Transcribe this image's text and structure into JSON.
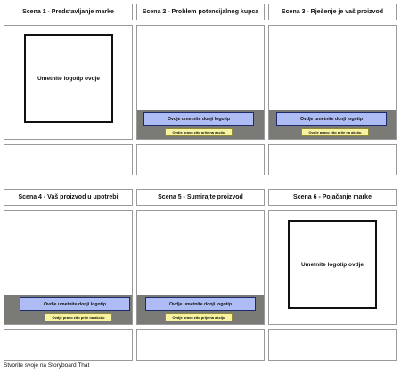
{
  "scenes": [
    {
      "title": "Scena 1 - Predstavljanje marke"
    },
    {
      "title": "Scena 2 - Problem potencijalnog kupca"
    },
    {
      "title": "Scena 3 - Rješenje je vaš proizvod"
    },
    {
      "title": "Scena 4 - Vaš proizvod u upotrebi"
    },
    {
      "title": "Scena 5 - Sumirajte proizvod"
    },
    {
      "title": "Scena 6 - Pojačanje marke"
    }
  ],
  "logo_placeholder": "Umetnite logotip ovdje",
  "banner": {
    "logo_label": "Ovdje umetnite donji logotip",
    "promo_label": "Ovdje pravo zito prije na akciju"
  },
  "footer": "Stvorite svoje na Storyboard That"
}
